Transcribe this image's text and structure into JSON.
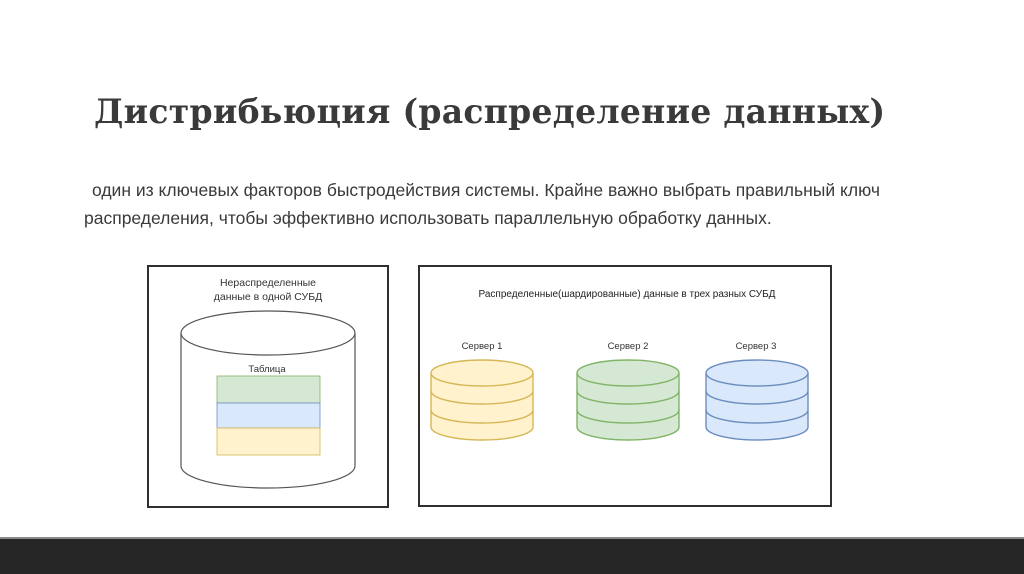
{
  "slide": {
    "title": "Дистрибьюция (распределение данных)",
    "body_line1": "один из ключевых факторов быстродействия системы. Крайне важно выбрать правильный ключ",
    "body_line2": "распределения, чтобы эффективно использовать параллельную обработку данных."
  },
  "left_diagram": {
    "caption_line1": "Нераспределенные",
    "caption_line2": "данные в одной СУБД",
    "table_label": "Таблица",
    "row_colors": [
      "#d5e8d4",
      "#dae8fc",
      "#fff2cc"
    ]
  },
  "right_diagram": {
    "caption": "Распределенные(шардированные) данные в трех разных СУБД",
    "servers": [
      {
        "label": "Сервер 1",
        "fill": "#fff2cc",
        "stroke": "#d6b656"
      },
      {
        "label": "Сервер 2",
        "fill": "#d5e8d4",
        "stroke": "#82b366"
      },
      {
        "label": "Сервер 3",
        "fill": "#dae8fc",
        "stroke": "#6c8ebf"
      }
    ]
  },
  "colors": {
    "text": "#3a3a3a",
    "footer": "#262626"
  }
}
